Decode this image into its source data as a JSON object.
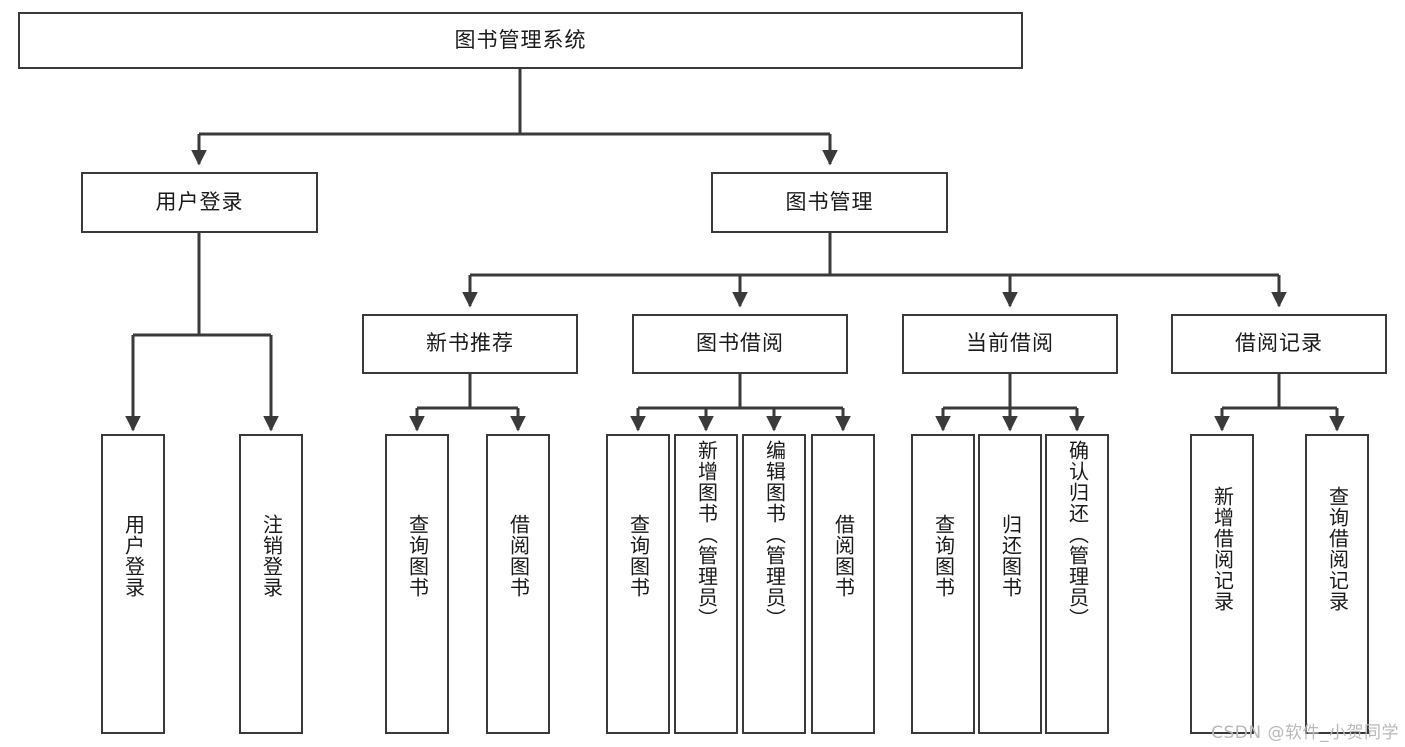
{
  "diagram": {
    "type": "tree-hierarchy",
    "title": "图书管理系统",
    "orientation": "top-down",
    "stroke_color": "#3a3a3a",
    "fill_color": "#ffffff",
    "text_color": "#1a1a1a",
    "watermark": "CSDN @软件_小贺同学"
  },
  "nodes": {
    "root": {
      "label": "图书管理系统"
    },
    "level2": [
      {
        "label": "用户登录"
      },
      {
        "label": "图书管理"
      }
    ],
    "level3": [
      {
        "label": "新书推荐"
      },
      {
        "label": "图书借阅"
      },
      {
        "label": "当前借阅"
      },
      {
        "label": "借阅记录"
      }
    ],
    "leaves": {
      "user_login": [
        {
          "label": "用户登录"
        },
        {
          "label": "注销登录"
        }
      ],
      "new_book_recommend": [
        {
          "label": "查询图书"
        },
        {
          "label": "借阅图书"
        }
      ],
      "book_borrow": [
        {
          "label": "查询图书"
        },
        {
          "label": "新增图书（管理员）"
        },
        {
          "label": "编辑图书（管理员）"
        },
        {
          "label": "借阅图书"
        }
      ],
      "current_borrow": [
        {
          "label": "查询图书"
        },
        {
          "label": "归还图书"
        },
        {
          "label": "确认归还（管理员）"
        }
      ],
      "borrow_records": [
        {
          "label": "新增借阅记录"
        },
        {
          "label": "查询借阅记录"
        }
      ]
    }
  }
}
